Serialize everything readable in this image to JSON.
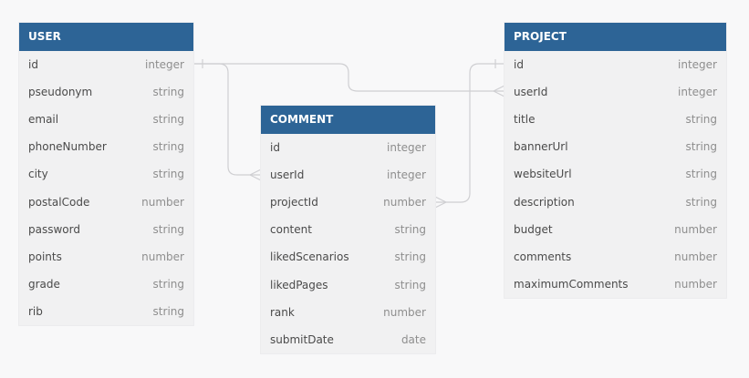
{
  "tables": {
    "user": {
      "name": "USER",
      "fields": [
        {
          "name": "id",
          "type": "integer"
        },
        {
          "name": "pseudonym",
          "type": "string"
        },
        {
          "name": "email",
          "type": "string"
        },
        {
          "name": "phoneNumber",
          "type": "string"
        },
        {
          "name": "city",
          "type": "string"
        },
        {
          "name": "postalCode",
          "type": "number"
        },
        {
          "name": "password",
          "type": "string"
        },
        {
          "name": "points",
          "type": "number"
        },
        {
          "name": "grade",
          "type": "string"
        },
        {
          "name": "rib",
          "type": "string"
        }
      ]
    },
    "comment": {
      "name": "COMMENT",
      "fields": [
        {
          "name": "id",
          "type": "integer"
        },
        {
          "name": "userId",
          "type": "integer"
        },
        {
          "name": "projectId",
          "type": "number"
        },
        {
          "name": "content",
          "type": "string"
        },
        {
          "name": "likedScenarios",
          "type": "string"
        },
        {
          "name": "likedPages",
          "type": "string"
        },
        {
          "name": "rank",
          "type": "number"
        },
        {
          "name": "submitDate",
          "type": "date"
        }
      ]
    },
    "project": {
      "name": "PROJECT",
      "fields": [
        {
          "name": "id",
          "type": "integer"
        },
        {
          "name": "userId",
          "type": "integer"
        },
        {
          "name": "title",
          "type": "string"
        },
        {
          "name": "bannerUrl",
          "type": "string"
        },
        {
          "name": "websiteUrl",
          "type": "string"
        },
        {
          "name": "description",
          "type": "string"
        },
        {
          "name": "budget",
          "type": "number"
        },
        {
          "name": "comments",
          "type": "number"
        },
        {
          "name": "maximumComments",
          "type": "number"
        }
      ]
    }
  },
  "colors": {
    "header": "#2d6496",
    "table_bg": "#f1f1f2",
    "link": "#cfcfd2",
    "background": "#f8f8f9"
  }
}
